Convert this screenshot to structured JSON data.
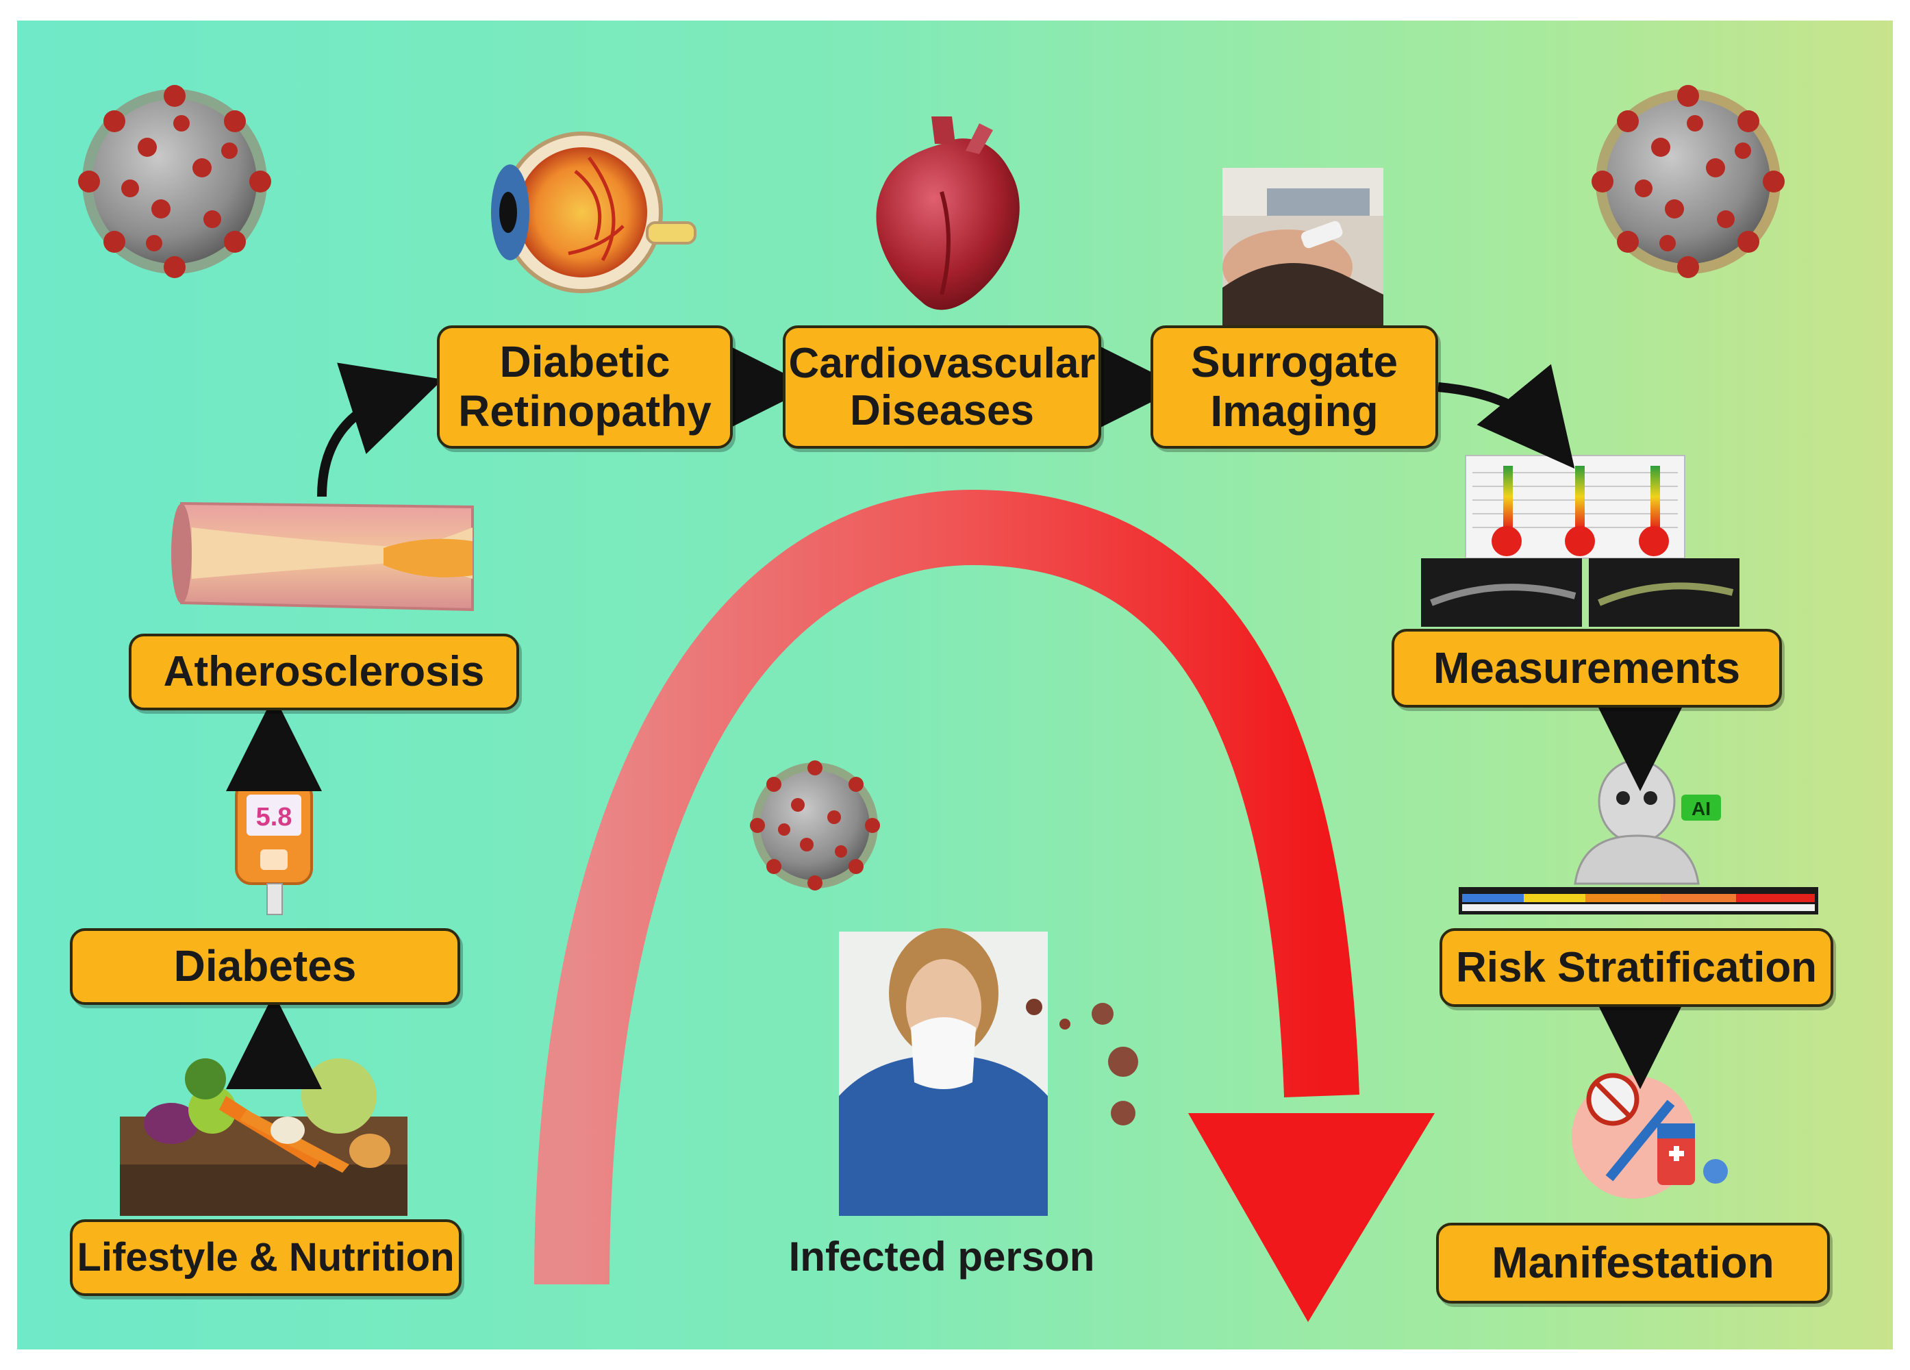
{
  "nodes": {
    "diabetic_retinopathy": [
      "Diabetic",
      "Retinopathy"
    ],
    "cardiovascular_diseases": [
      "Cardiovascular",
      "Diseases"
    ],
    "surrogate_imaging": [
      "Surrogate",
      "Imaging"
    ],
    "atherosclerosis": "Atherosclerosis",
    "diabetes": "Diabetes",
    "lifestyle_nutrition": "Lifestyle & Nutrition",
    "measurements": "Measurements",
    "risk_stratification": "Risk Stratification",
    "manifestation": "Manifestation"
  },
  "captions": {
    "infected_person": "Infected person",
    "glucometer_reading": "5.8",
    "ai_badge": "AI"
  },
  "colors": {
    "box_fill": "#fbb31a",
    "box_border": "#2e2a12",
    "arc_start": "#e98a8a",
    "arc_end": "#f0181a",
    "background_left": "#6fe9c8",
    "background_right": "#c8e48c",
    "virus_body": "#8a8a8a",
    "virus_spike": "#b52a22"
  },
  "icons": [
    "virus-icon",
    "eye-icon",
    "heart-icon",
    "ultrasound-photo",
    "artery-icon",
    "glucometer-icon",
    "vegetables-photo",
    "measurement-panel",
    "robot-icon",
    "risk-bar",
    "medicine-icon",
    "infected-person-photo"
  ]
}
